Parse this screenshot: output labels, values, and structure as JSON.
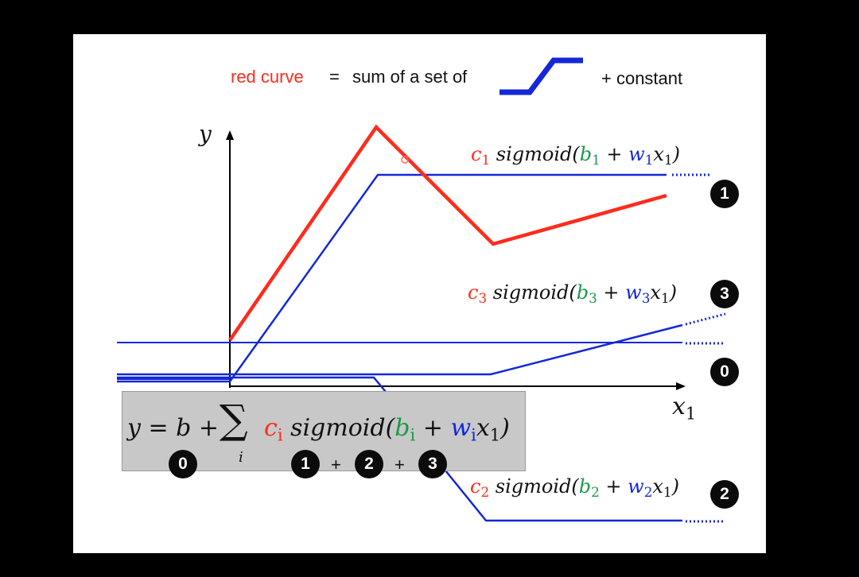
{
  "header": {
    "red_curve": "red curve",
    "equals": "=",
    "sum_of_set": "sum of a set of",
    "plus_constant": "+ constant"
  },
  "axes": {
    "y_label": "y",
    "x_label": "x",
    "x_sub": "1"
  },
  "labels": {
    "sig1": {
      "c": "c",
      "c_sub": "1",
      "fn": " sigmoid(",
      "b": "b",
      "b_sub": "1",
      "plus": " + ",
      "w": "w",
      "w_sub": "1",
      "x": "x",
      "x_sub": "1",
      "close": ")"
    },
    "sig2": {
      "c": "c",
      "c_sub": "2",
      "fn": " sigmoid(",
      "b": "b",
      "b_sub": "2",
      "plus": " + ",
      "w": "w",
      "w_sub": "2",
      "x": "x",
      "x_sub": "1",
      "close": ")"
    },
    "sig3": {
      "c": "c",
      "c_sub": "3",
      "fn": " sigmoid(",
      "b": "b",
      "b_sub": "3",
      "plus": " + ",
      "w": "w",
      "w_sub": "3",
      "x": "x",
      "x_sub": "1",
      "close": ")"
    }
  },
  "formula": {
    "lhs": "y = b + ",
    "sigma": "∑",
    "sigma_sub": "i",
    "c": "c",
    "c_sub": "i",
    "fn": " sigmoid(",
    "b": "b",
    "b_sub": "i",
    "plus": " + ",
    "w": "w",
    "w_sub": "i",
    "x": "x",
    "x_sub": "1",
    "close": ")",
    "plus_sign_1": "+",
    "plus_sign_2": "+"
  },
  "badges": {
    "b0_right": "0",
    "b1_right": "1",
    "b2_right": "2",
    "b3_right": "3",
    "b0_formula": "0",
    "b1_formula": "1",
    "b2_formula": "2",
    "b3_formula": "3"
  },
  "colors": {
    "red": "#ff2b1c",
    "blue": "#1428d8",
    "green": "#1a9a4a",
    "badge": "#0b0b0b"
  }
}
